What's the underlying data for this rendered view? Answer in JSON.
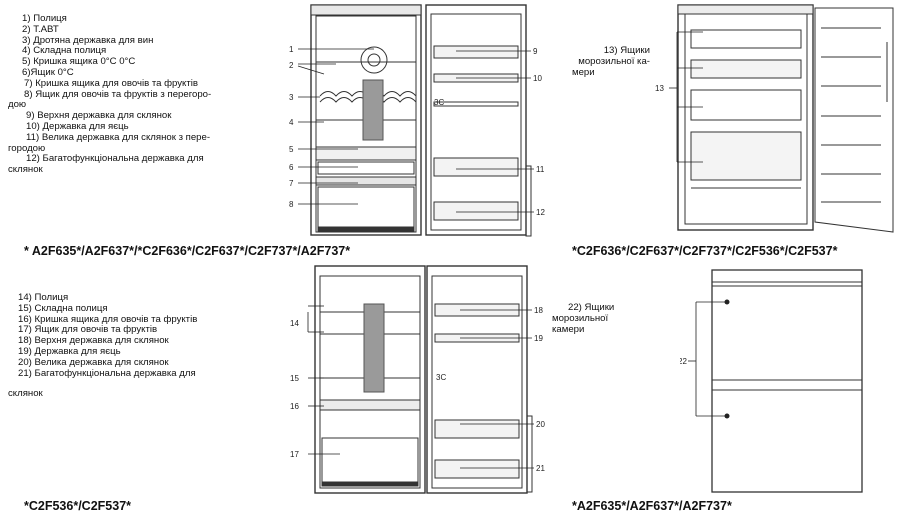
{
  "top_list": {
    "items": [
      "1) Полиця",
      "2) Т.АВТ",
      "3) Дротяна державка для вин",
      "4) Складна полиця",
      "5) Кришка ящика 0°С 0°С",
      "6)Ящик 0°С",
      "7) Кришка ящика для овочів та фруктів",
      "8) Ящик для овочів та фруктів з перегоро-",
      "дою",
      "9) Верхня державка для склянок",
      "10) Державка для яєць",
      "11) Велика державка для склянок з пере-",
      "городою",
      "12) Багатофункціональна державка для",
      "склянок"
    ]
  },
  "bottom_list": {
    "items": [
      "14) Полиця",
      "15) Складна полиця",
      "16) Кришка ящика для овочів та фруктів",
      "17) Ящик для овочів та фруктів",
      "18) Верхня державка для склянок",
      "19) Державка для яєць",
      "20) Велика державка для склянок",
      "21) Багатофункціональна державка для",
      "",
      "склянок"
    ]
  },
  "note_13": {
    "lines": [
      "13)    Ящики",
      "морозильної  ка-",
      "мери"
    ]
  },
  "note_22": {
    "lines": [
      "22) Ящики",
      "морозильної",
      "камери"
    ]
  },
  "captions": {
    "top_left": "* A2F635*/A2F637*/*C2F636*/C2F637*/C2F737*/A2F737*",
    "top_right": "*C2F636*/C2F637*/C2F737*/C2F536*/C2F537*",
    "bottom_left": "*C2F536*/C2F537*",
    "bottom_right": "*A2F635*/A2F637*/A2F737*"
  },
  "fig1": {
    "labels": [
      "1",
      "2",
      "3",
      "4",
      "5",
      "6",
      "7",
      "8",
      "9",
      "10",
      "11",
      "12"
    ],
    "misc": "3C"
  },
  "fig2": {
    "labels": [
      "13"
    ]
  },
  "fig3": {
    "labels": [
      "14",
      "15",
      "16",
      "17",
      "18",
      "19",
      "20",
      "21"
    ],
    "misc": "3C"
  },
  "fig4": {
    "labels": [
      "22"
    ]
  }
}
